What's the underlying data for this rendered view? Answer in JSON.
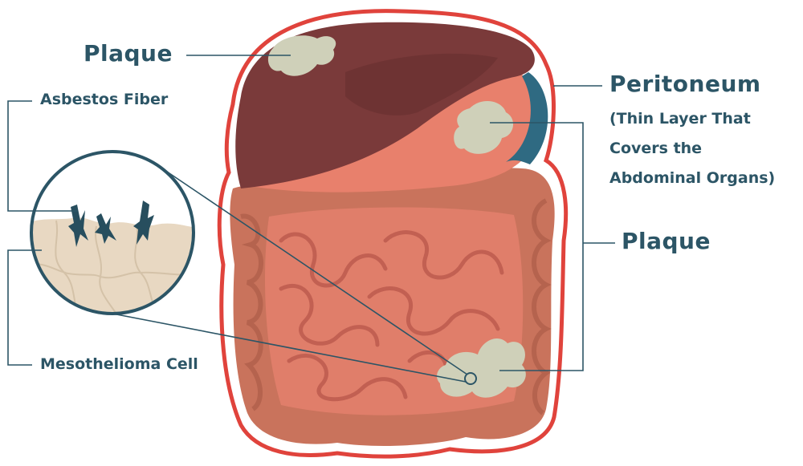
{
  "labels": {
    "plaque_top": "Plaque",
    "asbestos_fiber": "Asbestos Fiber",
    "mesothelioma_cell": "Mesothelioma Cell",
    "peritoneum": "Peritoneum",
    "peritoneum_desc": [
      "(Thin Layer That",
      "Covers the",
      "Abdominal Organs)"
    ],
    "plaque_right": "Plaque"
  },
  "colors": {
    "leader_line": "#2c5566",
    "label_text": "#2c5566",
    "outline_red": "#e0433c",
    "liver_dark": "#7a3a3a",
    "stomach": "#e8806c",
    "stomach_teal": "#2f6a82",
    "intestine_large": "#c9735c",
    "intestine_small": "#e07e6a",
    "plaque": "#cfd0b9",
    "cell": "#e8d8c2",
    "fiber": "#274e5e"
  }
}
